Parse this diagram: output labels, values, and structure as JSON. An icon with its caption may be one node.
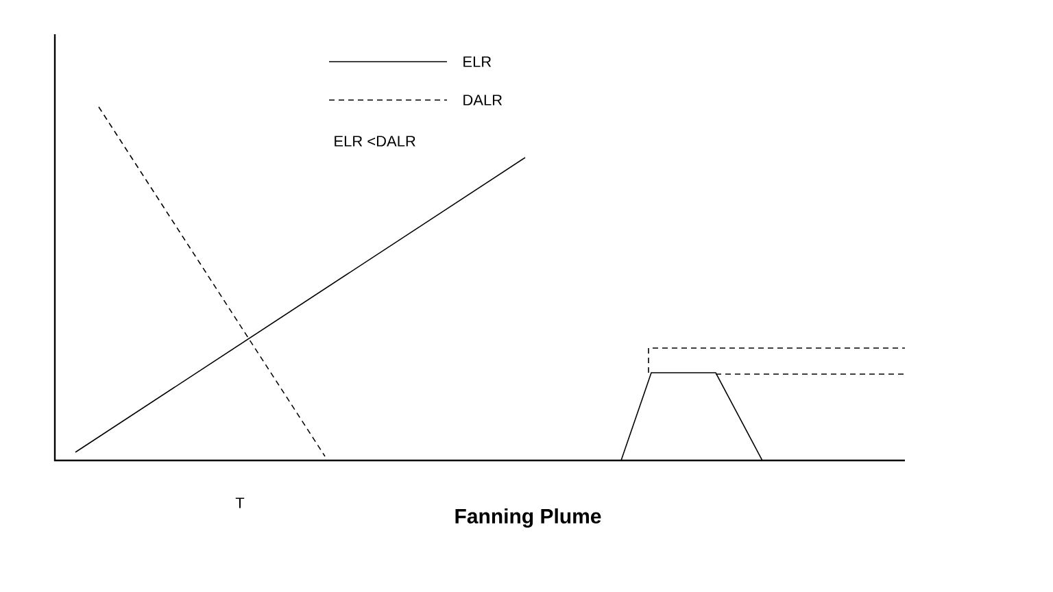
{
  "diagram": {
    "title": "Fanning Plume",
    "labels": [
      "ELR <DALR",
      "T"
    ],
    "legend": [
      {
        "text": "ELR"
      },
      {
        "text": "DALR"
      }
    ]
  }
}
